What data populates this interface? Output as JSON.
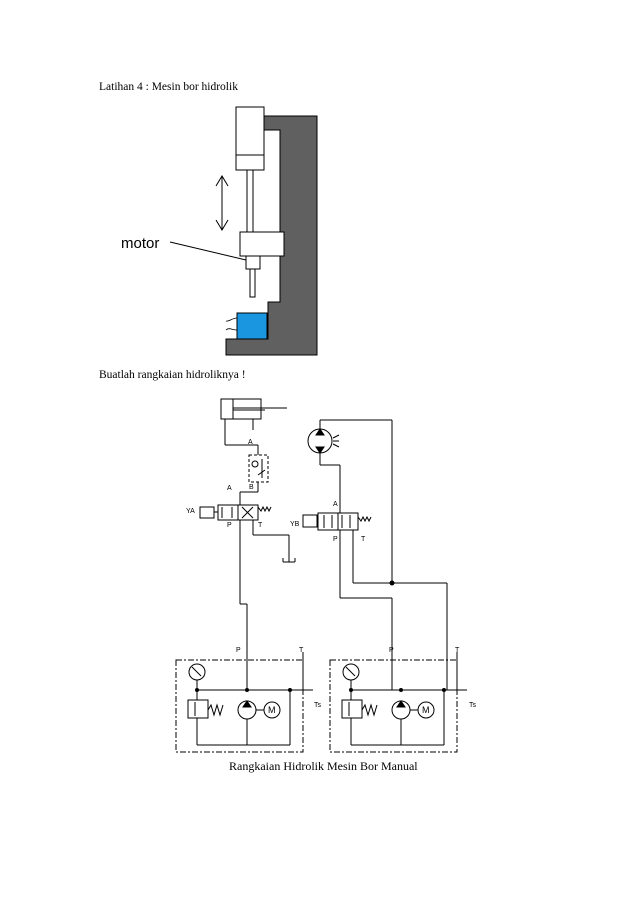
{
  "heading": "Latihan 4 : Mesin bor hidrolik",
  "drill": {
    "motor_label": "motor"
  },
  "instruction": "Buatlah rangkaian hidroliknya !",
  "circuit": {
    "port_a": "A",
    "port_b": "B",
    "port_p": "P",
    "port_t": "T",
    "solenoid_left": "YA",
    "solenoid_right": "YB",
    "tank_label": "Ts",
    "motor_letter": "M"
  },
  "caption": "Rangkaian Hidrolik Mesin Bor Manual",
  "colors": {
    "machine_body": "#606060",
    "workpiece": "#1a96e0"
  }
}
